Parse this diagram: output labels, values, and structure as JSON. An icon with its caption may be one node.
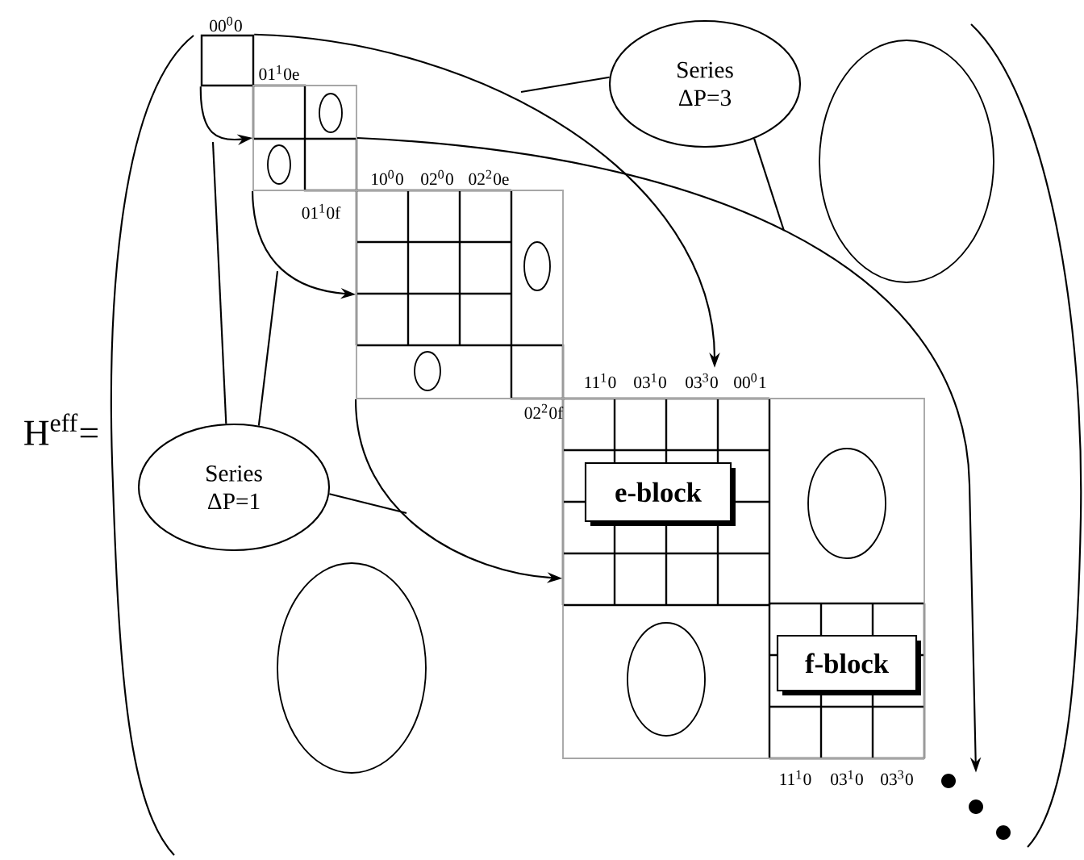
{
  "diagram": {
    "nodes": [
      {
        "text": [
          "Series ΔP=3"
        ]
      },
      {
        "text": [
          "Series ΔP=1"
        ]
      },
      {
        "text": [],
        "shape": "box"
      },
      {
        "text": [],
        "shape": "box"
      },
      {
        "text": [],
        "shape": "box"
      },
      {
        "text": [],
        "shape": "box"
      },
      {
        "text": [
          "e-block"
        ],
        "in": 5
      },
      {
        "text": [
          "f-block"
        ],
        "in": 5
      },
      {
        "text": [],
        "shape": "ellipse"
      },
      {
        "text": [],
        "shape": "ellipse"
      },
      {
        "text": [],
        "shape": "dots"
      }
    ],
    "edges": [
      {
        "from": 2,
        "to": 3,
        "arrow": "to"
      },
      {
        "from": 3,
        "to": 4,
        "arrow": "to"
      },
      {
        "from": 4,
        "to": 5,
        "arrow": "to"
      },
      {
        "from": 2,
        "to": 5,
        "arrow": "to"
      },
      {
        "from": 3,
        "to": 10,
        "arrow": "to"
      },
      {
        "from": 1,
        "to": null,
        "arrow": "none"
      },
      {
        "from": 1,
        "to": null,
        "arrow": "none"
      },
      {
        "from": 1,
        "to": null,
        "arrow": "none"
      },
      {
        "from": 0,
        "to": null,
        "arrow": "none"
      },
      {
        "from": 0,
        "to": null,
        "arrow": "none"
      }
    ],
    "labels": [
      "00$^{0}$0",
      "01$^{1}$0e",
      "10$^{0}$0",
      "02$^{0}$0",
      "02$^{2}$0e",
      "01$^{1}$0f",
      "11$^{1}$0",
      "03$^{1}$0",
      "03$^{3}$0",
      "00$^{0}$1",
      "02$^{2}$0f",
      "H$^{eff}$=",
      "11$^{1}$0",
      "03$^{1}$0",
      "03$^{3}$0"
    ]
  }
}
